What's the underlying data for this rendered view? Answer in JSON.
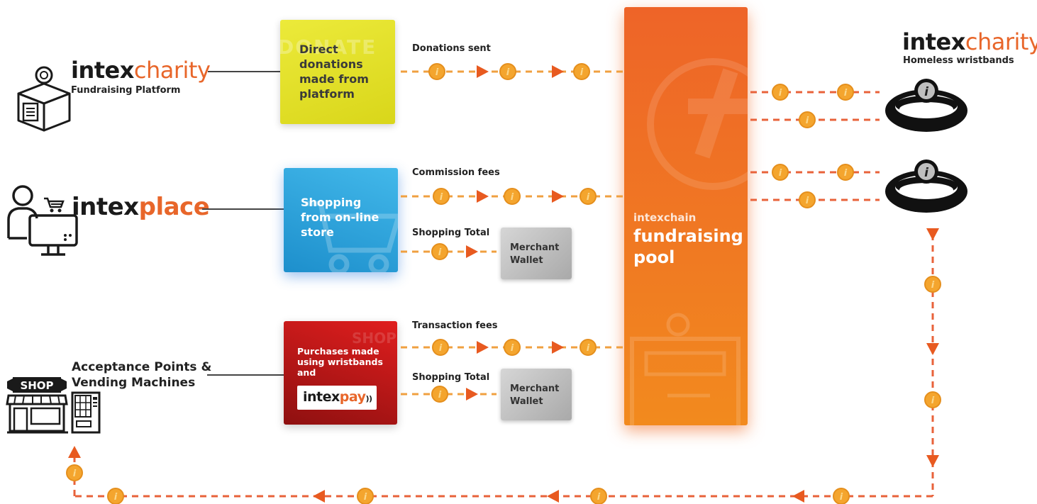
{
  "sources": {
    "platform": {
      "brand_a": "intex",
      "brand_b": "charity",
      "subtitle": "Fundraising Platform"
    },
    "place": {
      "brand_a": "intex",
      "brand_b": "place"
    },
    "acceptance": {
      "line1": "Acceptance Points &",
      "line2": "Vending Machines",
      "shop_label": "SHOP"
    }
  },
  "boxes": {
    "direct": {
      "line1": "Direct",
      "line2": "donations",
      "line3": "made from",
      "line4": "platform",
      "watermark": "DONATE",
      "color": "#e6e21c"
    },
    "shopping": {
      "line1": "Shopping",
      "line2": "from on-line",
      "line3": "store",
      "color": "#2a9fd6"
    },
    "purchases": {
      "line1": "Purchases made",
      "line2": "using wristbands",
      "line3": "and",
      "pay_a": "intex",
      "pay_b": "pay",
      "watermark": "SHOP",
      "color": "#c4161c"
    }
  },
  "flows": {
    "donations": "Donations sent",
    "commission": "Commission fees",
    "shopping_total_1": "Shopping Total",
    "transaction": "Transaction fees",
    "shopping_total_2": "Shopping Total"
  },
  "wallets": [
    {
      "line1": "Merchant",
      "line2": "Wallet"
    },
    {
      "line1": "Merchant",
      "line2": "Wallet"
    }
  ],
  "pool": {
    "line1": "intexchain",
    "line2": "fundraising",
    "line3": "pool",
    "color": "#ee6a24"
  },
  "wristbands": {
    "brand_a": "intex",
    "brand_b": "charity",
    "subtitle": "Homeless wristbands"
  },
  "colors": {
    "accent": "#e8662a",
    "coin": "#f4a52e",
    "arrow": "#e85a20",
    "dash": "#f0a040",
    "dash_red": "#e8623a"
  },
  "icons": [
    "donation-box-icon",
    "person-computer-cart-icon",
    "shop-front-icon",
    "vending-machine-icon",
    "wristband-icon",
    "intex-coin-icon",
    "shopping-cart-watermark-icon"
  ]
}
